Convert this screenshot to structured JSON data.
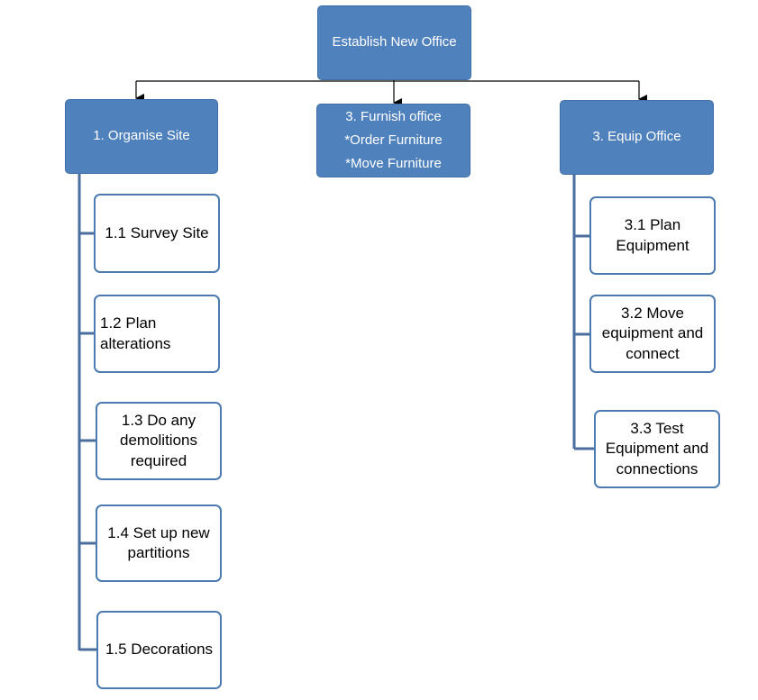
{
  "colors": {
    "node_fill": "#4f81bd",
    "node_border": "#4a7ab0",
    "connector": "#000000",
    "tree_line": "#4a6f9f"
  },
  "root": {
    "label": "Establish New Office"
  },
  "branches": [
    {
      "label": "1. Organise Site",
      "children": [
        "1.1 Survey Site",
        "1.2 Plan alterations",
        "1.3 Do any demolitions required",
        "1.4 Set up new partitions",
        "1.5 Decorations"
      ]
    },
    {
      "label": "3. Furnish  office",
      "items": [
        "*Order Furniture",
        "*Move Furniture"
      ]
    },
    {
      "label": "3. Equip Office",
      "children": [
        "3.1 Plan Equipment",
        "3.2 Move equipment and connect",
        "3.3 Test Equipment and connections"
      ]
    }
  ]
}
